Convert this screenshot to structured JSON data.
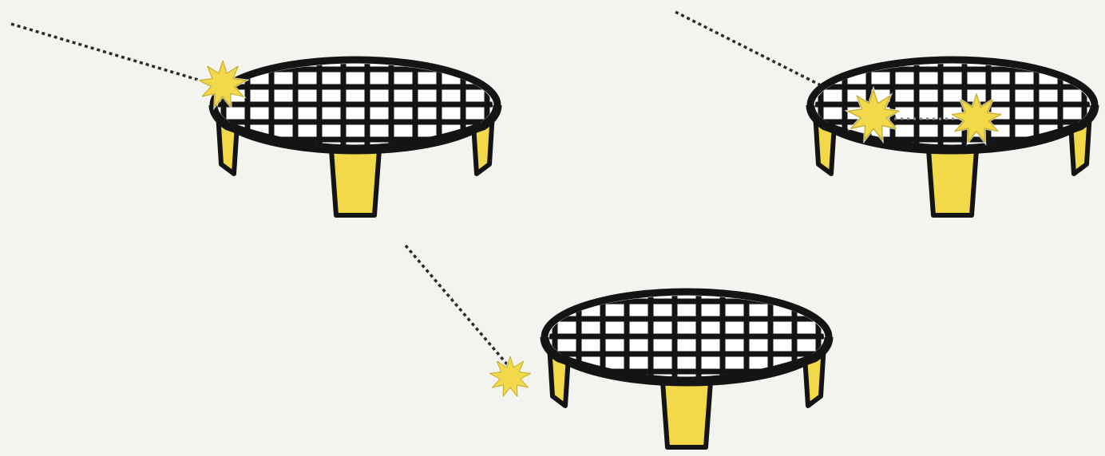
{
  "colors": {
    "background": "#f3f3ef",
    "net_fill": "#ffffff",
    "frame": "#141414",
    "legs": "#f2d949",
    "impact": "#f2d949",
    "trajectory": "#2b2b2b"
  },
  "panels": [
    {
      "id": "rim-hit",
      "impacts": 1,
      "outcome": "ball-strikes-rim"
    },
    {
      "id": "net-double-bounce",
      "impacts": 2,
      "outcome": "ball-bounces-twice-on-net"
    },
    {
      "id": "miss-the-net",
      "impacts": 1,
      "outcome": "ball-misses-net"
    }
  ],
  "icons": {
    "impact": "impact-burst-icon",
    "net": "roundnet-icon",
    "trajectory": "ball-trajectory-line"
  }
}
